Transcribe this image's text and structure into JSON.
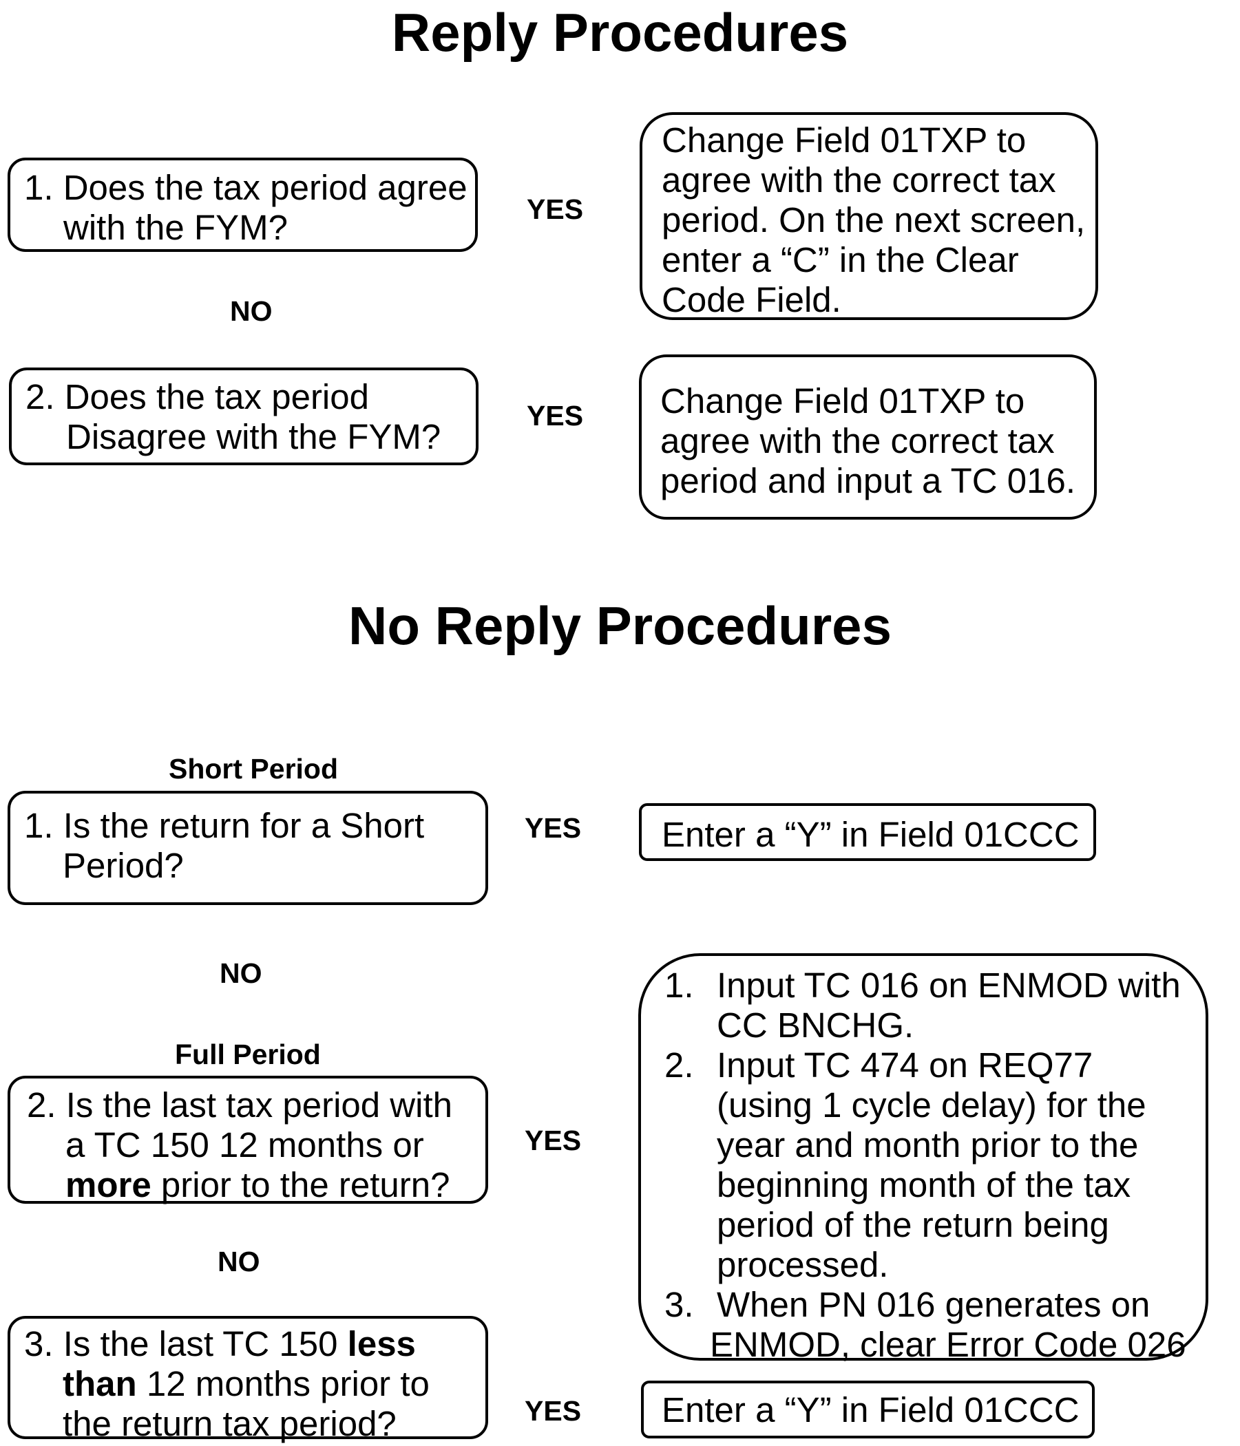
{
  "reply": {
    "title": "Reply Procedures",
    "q1": {
      "number": "1.",
      "line1": "Does the tax period agree",
      "line2": "with the FYM?"
    },
    "q1_yes": "YES",
    "a1": [
      "Change Field 01TXP to",
      "agree with the correct tax",
      "period. On the next screen,",
      "enter a “C” in the Clear",
      "Code Field."
    ],
    "no_label": "NO",
    "q2": {
      "number": "2.",
      "line1": "Does the tax period",
      "line2": "Disagree with the FYM?"
    },
    "q2_yes": "YES",
    "a2": [
      "Change Field 01TXP to",
      "agree with the correct tax",
      "period and input a TC 016."
    ]
  },
  "no_reply": {
    "title": "No Reply Procedures",
    "short_period_label": "Short Period",
    "q1": {
      "number": "1.",
      "line1": "Is the return for a Short",
      "line2": "Period?"
    },
    "q1_yes": "YES",
    "a1": "Enter a “Y” in Field 01CCC",
    "no1": "NO",
    "full_period_label": "Full Period",
    "q2": {
      "number": "2.",
      "line1": "Is the last tax period with",
      "line2": "a TC 150 12 months or",
      "line3_bold": "more",
      "line3_rest": " prior to the return?"
    },
    "q2_yes": "YES",
    "a2_steps": [
      {
        "num": "1.",
        "lines": [
          "Input TC 016 on ENMOD with",
          "CC BNCHG."
        ]
      },
      {
        "num": "2.",
        "lines": [
          "Input TC 474 on REQ77",
          "(using 1 cycle delay) for the",
          "year and month prior to the",
          "beginning month of the tax",
          "period of the return being",
          "processed."
        ]
      },
      {
        "num": "3.",
        "lines": [
          "When PN 016 generates on",
          "ENMOD, clear Error Code 026"
        ]
      }
    ],
    "no2": "NO",
    "q3": {
      "number": "3.",
      "line1_pre": "Is the last TC 150 ",
      "line1_bold": "less",
      "line2_bold": "than",
      "line2_rest": " 12 months prior to",
      "line3": "the return tax period?"
    },
    "q3_yes": "YES",
    "a3": "Enter a “Y” in Field 01CCC"
  }
}
